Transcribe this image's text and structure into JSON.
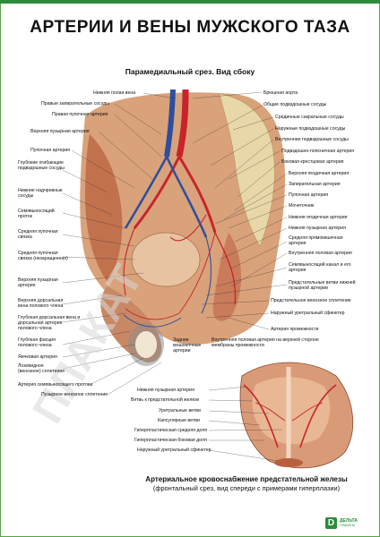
{
  "title": "АРТЕРИИ И ВЕНЫ МУЖСКОГО ТАЗА",
  "subtitle": "Парамедиальный срез. Вид сбоку",
  "left_labels": [
    "Нижняя полая вена",
    "Правые запирательные сосуды",
    "Правая пупочная артерия",
    "Верхняя пузырная артерия",
    "Пупочная артерия",
    "Глубокие огибающие подвздошные сосуды",
    "Нижние надчревные сосуды",
    "Семявыносящий проток",
    "Средняя пупочная связка",
    "Средняя пупочная связка (незаращенная)",
    "Верхняя пузырная артерия",
    "Верхняя дорсальная вена полового члена",
    "Глубокая дорсальная вена и дорсальная артерия полового члена",
    "Глубокая фасция полового члена",
    "Яичковая артерия",
    "Лозовидное (венозное) сплетение",
    "Артерия семявыносящего протока",
    "Пузырное венозное сплетение"
  ],
  "right_labels": [
    "Брюшная аорта",
    "Общие подвздошные сосуды",
    "Срединные сакральные сосуды",
    "Наружные подвздошные сосуды",
    "Внутренние подвздошные сосуды",
    "Подвздошно-поясничная артерия",
    "Боковая крестцовая артерия",
    "Верхняя ягодичная артерия",
    "Запирательная артерия",
    "Пупочная артерия",
    "Мочеточник",
    "Нижняя ягодичная артерия",
    "Нижняя пузырная артерия",
    "Средняя прямокишечная артерия",
    "Внутренняя половая артерия",
    "Семявыносящий канал и его артерия",
    "Предстательные ветви нижней пузырной артерии",
    "Предстательное венозное сплетение",
    "Наружный уретральный сфинктер",
    "Артерия промежности"
  ],
  "middle_labels": {
    "deep_dorsal": "Задние мошоночные артерии",
    "internal_pudendal": "Внутренняя половая артерия на верхней стороне мембраны промежности"
  },
  "prostate_labels": [
    "Нижняя пузырная артерия",
    "Ветвь к предстательной железе",
    "Уретральные ветви",
    "Капсулярные ветви",
    "Гиперпластическая средняя доля",
    "Гиперпластическая боковая доля",
    "Наружный уретральный сфинктер"
  ],
  "caption": {
    "line1": "Артериальное кровоснабжение предстательной железы",
    "line2": "(фронтальный срез, вид спереди с примерами гиперплазии)"
  },
  "logo": {
    "mark": "D",
    "name": "ДЕЛЬТА",
    "sub": "ПЛАКАТЫ"
  },
  "colors": {
    "artery": "#c8242b",
    "vein": "#2d4f9e",
    "tissue": "#d9a27a",
    "muscle": "#b9603f",
    "bone": "#e8d7a8",
    "accent": "#2e8b3a"
  }
}
